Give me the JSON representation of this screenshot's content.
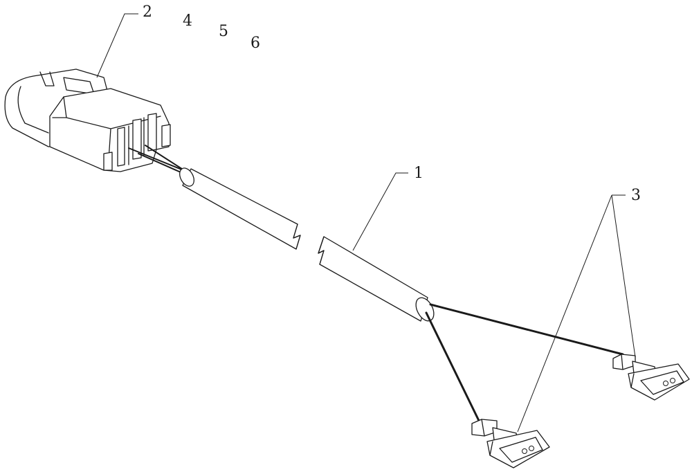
{
  "figure": {
    "labels": {
      "cable": "1",
      "main_connector": "2",
      "branch_connectors": "3",
      "part_4": "4",
      "part_5": "5",
      "part_6": "6"
    }
  }
}
